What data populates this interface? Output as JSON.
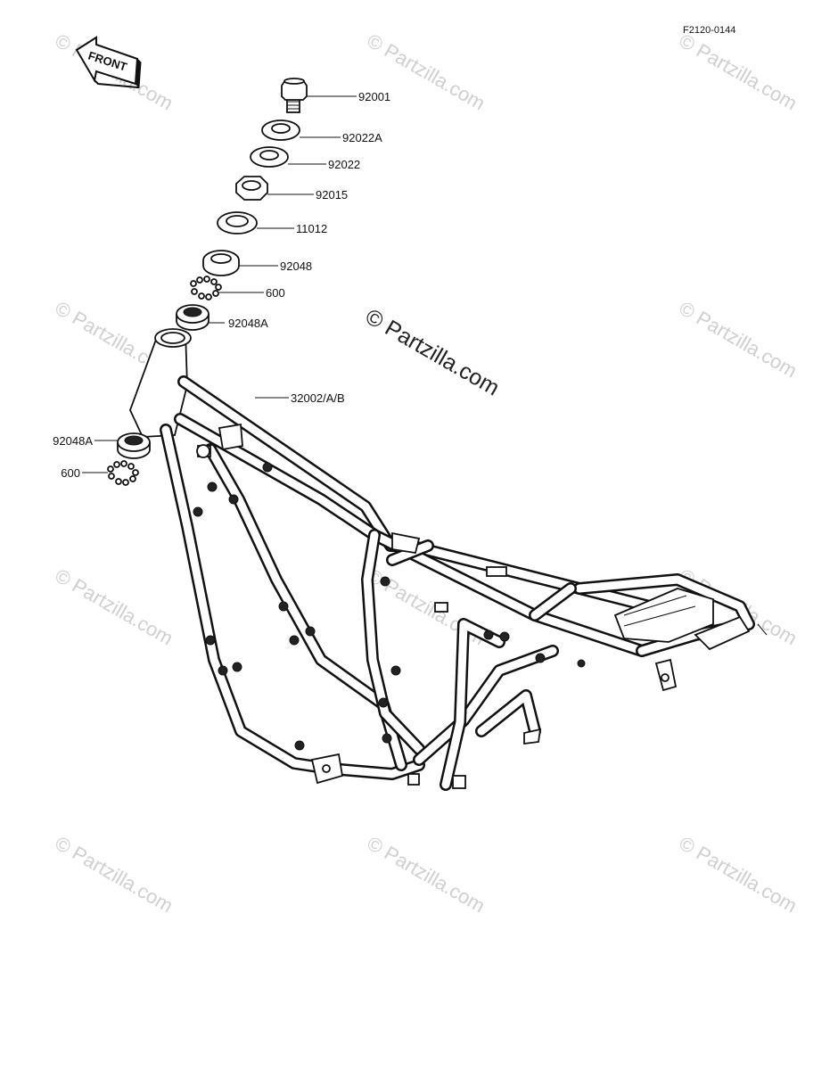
{
  "diagram_code": "F2120-0144",
  "front_label": "FRONT",
  "watermark_text": "© Partzilla.com",
  "callouts": {
    "c92001": "92001",
    "c92022A": "92022A",
    "c92022": "92022",
    "c92015": "92015",
    "c11012": "11012",
    "c92048": "92048",
    "c600_top": "600",
    "c92048A_top": "92048A",
    "c32002": "32002/A/B",
    "c92048A_left": "92048A",
    "c600_left": "600"
  },
  "colors": {
    "ink": "#111111",
    "watermark": "#cfcfcf",
    "background": "#ffffff"
  }
}
